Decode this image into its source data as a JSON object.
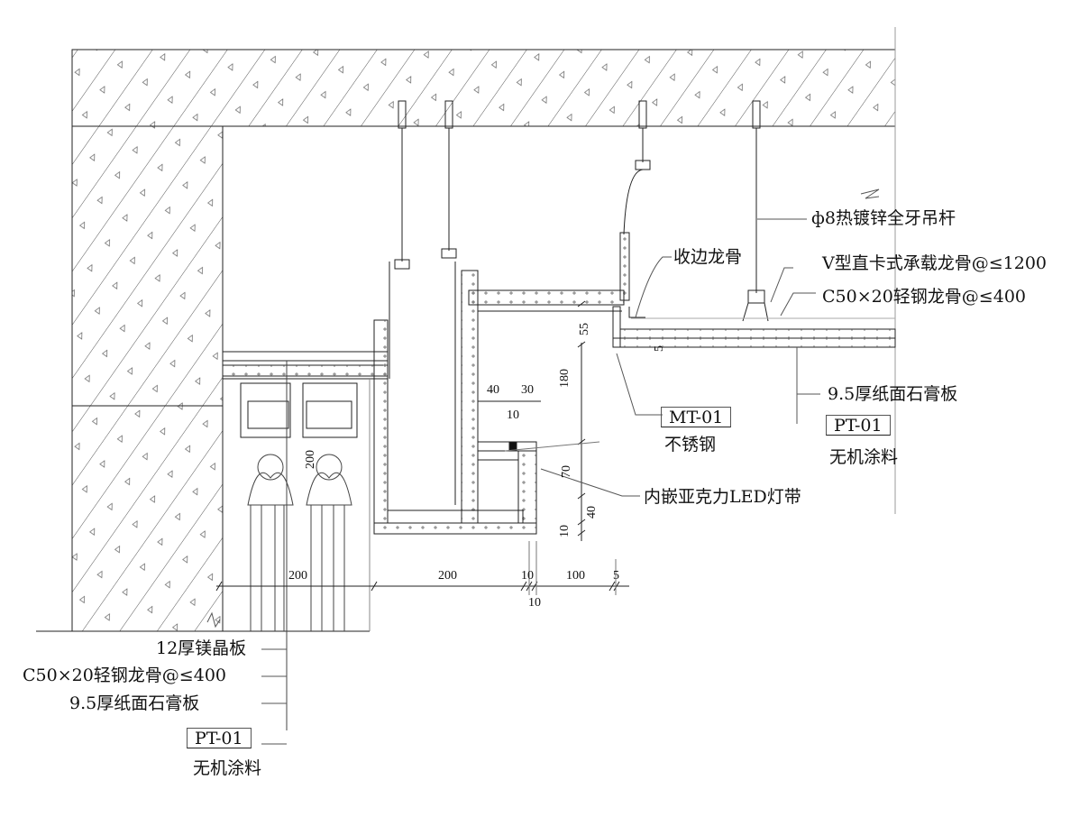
{
  "title": "Ceiling curtain box and LED strip section detail",
  "labels": {
    "rod": "ф8热镀锌全牙吊杆",
    "edge_keel": "收边龙骨",
    "v_keel": "V型直卡式承载龙骨@≤1200",
    "c50_right": "C50×20轻钢龙骨@≤400",
    "gypsum_right": "9.5厚纸面石膏板",
    "pt01_right_code": "PT-01",
    "pt01_right_name": "无机涂料",
    "mt01_code": "MT-01",
    "mt01_name": "不锈钢",
    "led": "内嵌亚克力LED灯带",
    "mgo_board": "12厚镁晶板",
    "c50_left": "C50×20轻钢龙骨@≤400",
    "gypsum_left": "9.5厚纸面石膏板",
    "pt01_left_code": "PT-01",
    "pt01_left_name": "无机涂料"
  },
  "dimensions": {
    "d200a": "200",
    "d200b": "200",
    "d10a": "10",
    "d100": "100",
    "d5": "5",
    "d10b": "10",
    "v180": "180",
    "v55": "55",
    "v70": "70",
    "v40": "40",
    "v10": "10",
    "h40": "40",
    "h30": "30",
    "h10": "10",
    "v200": "200",
    "h5": "5"
  },
  "colors": {
    "line": "#222222",
    "background": "#ffffff"
  }
}
